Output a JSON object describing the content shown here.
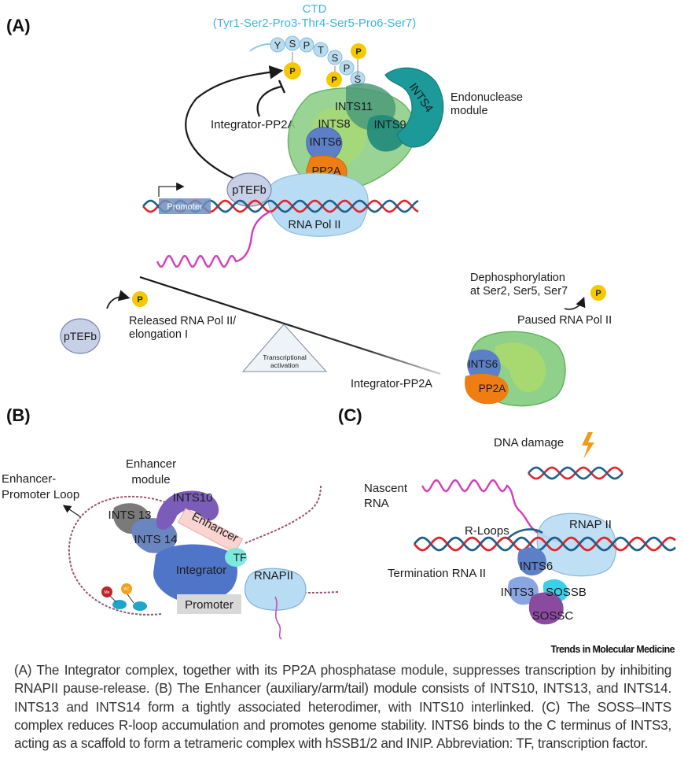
{
  "panels": {
    "a": {
      "label": "(A)",
      "ctd_title": "CTD",
      "ctd_sequence": "(Tyr1-Ser2-Pro3-Thr4-Ser5-Pro6-Ser7)",
      "ctd_residues": [
        "Y",
        "S",
        "P",
        "T",
        "S",
        "P",
        "S"
      ],
      "phospho": "P",
      "integrator_pp2a_top": "Integrator-PP2A",
      "ints11": "INTS11",
      "ints4": "INTS4",
      "ints8": "INTS8",
      "ints9": "INTS9",
      "ints6": "INTS6",
      "pp2a": "PP2A",
      "endonuclease_1": "Endonuclease",
      "endonuclease_2": "module",
      "ptefb": "pTEFb",
      "promoter": "Promoter",
      "rna_pol": "RNA Pol II",
      "dephos_1": "Dephosphorylation",
      "dephos_2": "at Ser2, Ser5, Ser7",
      "paused": "Paused RNA Pol II",
      "released_1": "Released RNA Pol II/",
      "released_2": "elongation I",
      "ptefb_left": "pTEFb",
      "transcriptional_1": "Transcriptional",
      "transcriptional_2": "activation",
      "integrator_pp2a_bottom": "Integrator-PP2A",
      "ints6_bottom": "INTS6",
      "pp2a_bottom": "PP2A"
    },
    "b": {
      "label": "(B)",
      "loop_1": "Enhancer-",
      "loop_2": "Promoter Loop",
      "module_1": "Enhancer",
      "module_2": "module",
      "ints10": "INTS10",
      "ints13": "INTS 13",
      "ints14": "INTS 14",
      "enhancer": "Enhancer",
      "tf": "TF",
      "integrator": "Integrator",
      "rnapii": "RNAPII",
      "promoter": "Promoter",
      "me": "Me",
      "ac": "AC"
    },
    "c": {
      "label": "(C)",
      "dna_damage": "DNA damage",
      "nascent_1": "Nascent",
      "nascent_2": "RNA",
      "rloops": "R-Loops",
      "rnap": "RNAP II",
      "termination": "Termination RNA II",
      "ints6": "INTS6",
      "ints3": "INTS3",
      "sossb": "SOSSB",
      "sossc": "SOSSC"
    }
  },
  "journal": "Trends in Molecular Medicine",
  "caption": "(A) The Integrator complex, together with its PP2A phosphatase module, suppresses transcription by inhibiting RNAPII pause-release. (B) The Enhancer (auxiliary/arm/tail) module consists of INTS10, INTS13, and INTS14. INTS13 and INTS14 form a tightly associated heterodimer, with INTS10 interlinked. (C) The SOSS–INTS complex reduces R-loop accumulation and promotes genome stability. INTS6 binds to the C terminus of INTS3, acting as a scaffold to form a tetrameric complex with hSSB1/2 and INIP. Abbreviation: TF, transcription factor.",
  "colors": {
    "ctd_text": "#3bb6e0",
    "phospho_yellow": "#f5c800",
    "dna_red": "#e0262a",
    "dna_blue": "#1f5f8b",
    "rna_magenta": "#d63cb8",
    "integrator_green": "#8fd08a",
    "endonuclease_teal": "#1c9a9a",
    "ints6_blue": "#5c7fc8",
    "pp2a_orange": "#ee7d14",
    "polii_lightblue": "#b9dcf5",
    "ints10_purple": "#7b5cb8",
    "sossc_purple": "#8a4aa0",
    "sossb_cyan": "#3ad0e8"
  }
}
